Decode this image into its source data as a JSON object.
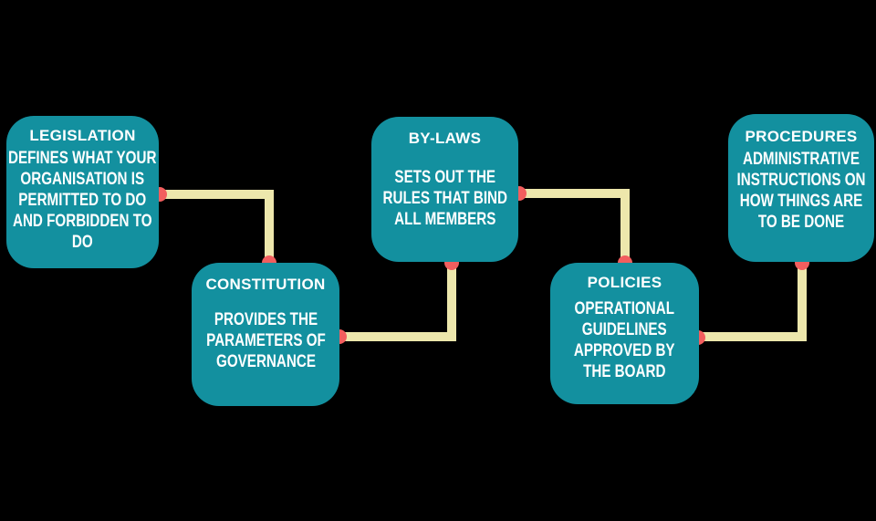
{
  "diagram": {
    "nodes": [
      {
        "id": "legislation",
        "label": "LEGISLATION",
        "description": "DEFINES WHAT YOUR\nORGANISATION IS\nPERMITTED TO DO\nAND FORBIDDEN TO\nDO"
      },
      {
        "id": "constitution",
        "label": "CONSTITUTION",
        "description": "PROVIDES THE\nPARAMETERS OF\nGOVERNANCE"
      },
      {
        "id": "by-laws",
        "label": "BY-LAWS",
        "description": "SETS OUT THE\nRULES THAT BIND\nALL MEMBERS"
      },
      {
        "id": "policies",
        "label": "POLICIES",
        "description": "OPERATIONAL\nGUIDELINES\nAPPROVED BY\nTHE BOARD"
      },
      {
        "id": "procedures",
        "label": "PROCEDURES",
        "description": "ADMINISTRATIVE\nINSTRUCTIONS ON\nHOW THINGS ARE\nTO BE DONE"
      }
    ],
    "connections": [
      {
        "from": "legislation",
        "to": "constitution"
      },
      {
        "from": "constitution",
        "to": "by-laws"
      },
      {
        "from": "by-laws",
        "to": "policies"
      },
      {
        "from": "policies",
        "to": "procedures"
      }
    ],
    "colors": {
      "background": "#000000",
      "node_fill": "#13909F",
      "node_text": "#FFFFFF",
      "connector": "#EDE7AC",
      "dot": "#F25E5E"
    }
  }
}
